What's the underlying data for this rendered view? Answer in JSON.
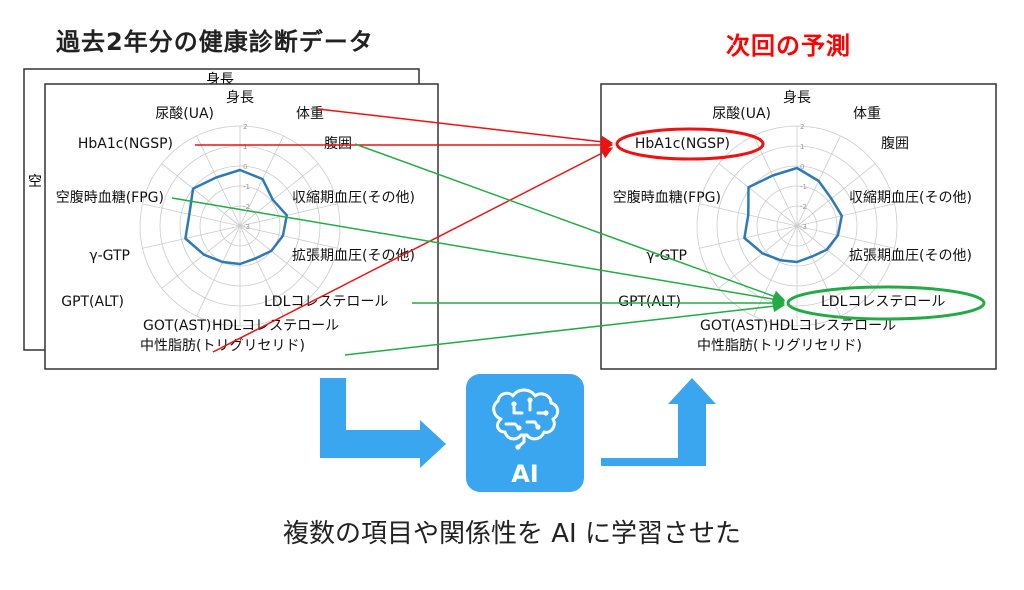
{
  "header": {
    "left_title": "過去2年分の健康診断データ",
    "right_title": "次回の予測"
  },
  "caption": "複数の項目や関係性を AI に学習させた",
  "back_chart": {
    "top_label": "身長",
    "side_label": "空"
  },
  "radar_axes": [
    "身長",
    "体重",
    "腹囲",
    "収縮期血圧(その他)",
    "拡張期血圧(その他)",
    "LDLコレステロール",
    "HDLコレステロール",
    "中性脂肪(トリグリセリド)",
    "GOT(AST)",
    "GPT(ALT)",
    "γ-GTP",
    "空腹時血糖(FPG)",
    "HbA1c(NGSP)",
    "尿酸(UA)"
  ],
  "radar_ticks": [
    "2",
    "1",
    "0",
    "-1",
    "-2",
    "-3"
  ],
  "past_values": [
    -0.2,
    -0.4,
    -0.9,
    -0.6,
    -0.8,
    -1.0,
    -1.2,
    -1.1,
    -1.0,
    -0.7,
    -0.2,
    -0.4,
    0.0,
    -0.3
  ],
  "predicted_values": [
    -0.1,
    -0.5,
    -0.8,
    -0.7,
    -0.9,
    -1.1,
    -1.3,
    -1.2,
    -1.1,
    -0.8,
    -0.3,
    -0.5,
    0.1,
    -0.2
  ],
  "ai_badge": {
    "label": "AI",
    "icon": "brain-circuit-icon"
  },
  "colors": {
    "series": "#2f79b5",
    "red_arrow": "#ee1111",
    "green_arrow": "#22aa44",
    "ai_blue": "#3aa6f0",
    "title_red": "#ff0000"
  }
}
